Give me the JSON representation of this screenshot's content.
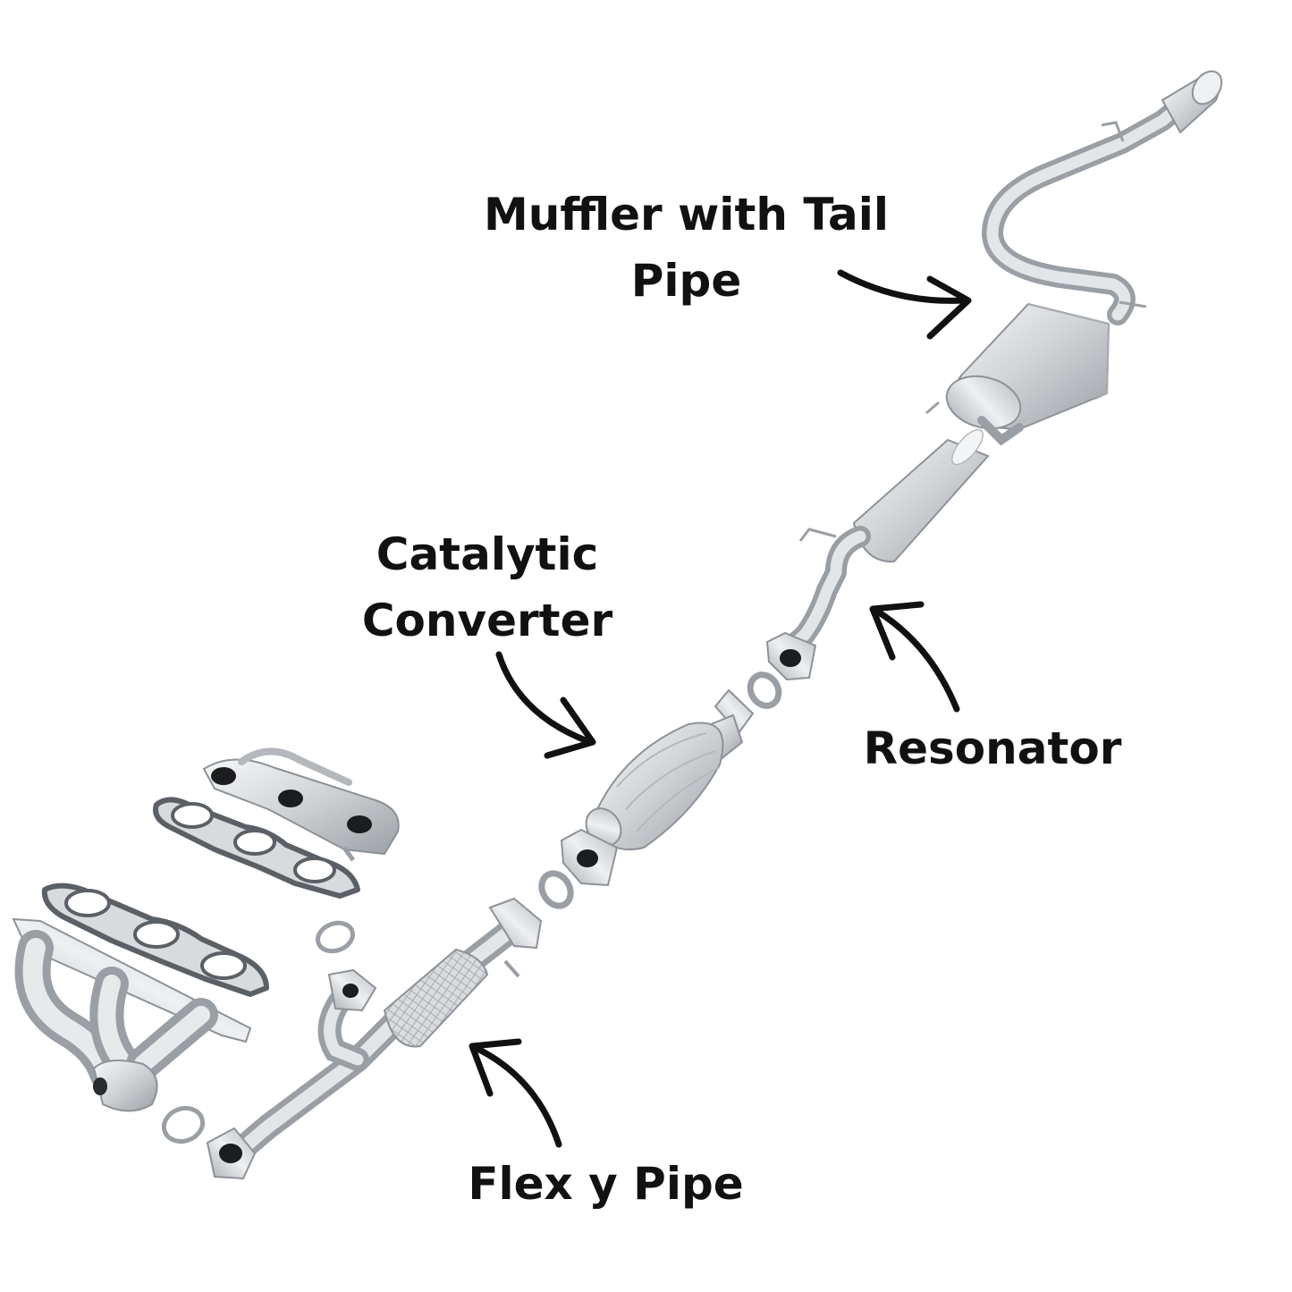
{
  "labels": {
    "muffler": {
      "line1": "Muffler with Tail",
      "line2": "Pipe"
    },
    "catalytic": {
      "line1": "Catalytic",
      "line2": "Converter"
    },
    "resonator": {
      "line1": "Resonator"
    },
    "flex": {
      "line1": "Flex y Pipe"
    }
  },
  "colors": {
    "metal_light": "#eceef0",
    "metal_mid": "#c4c8cc",
    "metal_dark": "#8d9298",
    "gasket_dark": "#5b6066",
    "arrow": "#111111",
    "text": "#111111",
    "background": "#ffffff"
  }
}
